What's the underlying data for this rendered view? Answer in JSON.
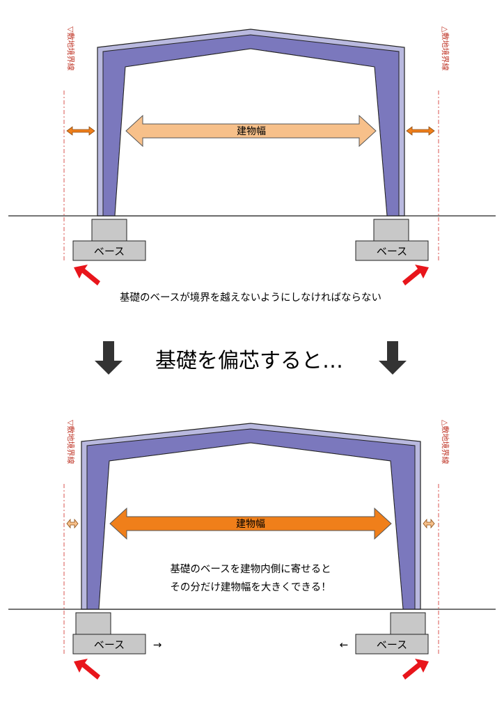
{
  "boundary_label_left": "▽敷地境界線",
  "boundary_label_right": "△敷地境界線",
  "building_width_label": "建物幅",
  "base_label": "ベース",
  "top_caption": "基礎のベースが境界を越えないようにしなければならない",
  "middle_heading": "基礎を偏芯すると…",
  "bottom_caption_line1": "基礎のベースを建物内側に寄せると",
  "bottom_caption_line2": "その分だけ建物幅を大きくできる！",
  "arrow_right_glyph": "→",
  "arrow_left_glyph": "←",
  "colors": {
    "frame_light": "#b9b9df",
    "frame_dark": "#7b78bd",
    "arrow_light": "#f7c08a",
    "arrow_orange": "#f07f1a",
    "arrow_red": "#e8151b",
    "boundary": "#d9534f",
    "footing": "#c8c8c8",
    "down_arrow": "#333333"
  }
}
